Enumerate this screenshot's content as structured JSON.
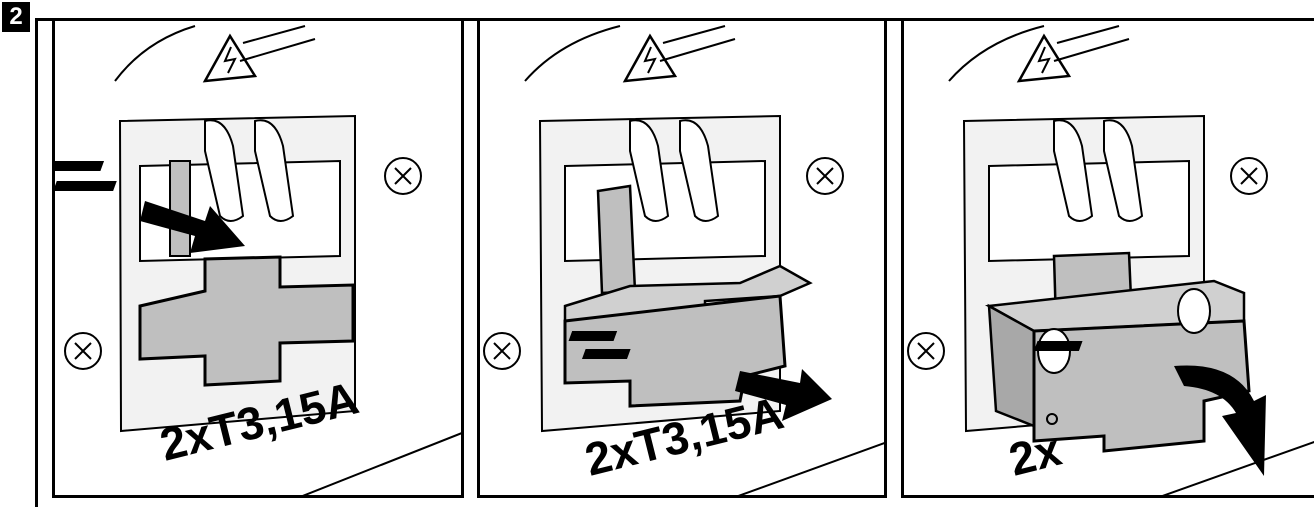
{
  "figure": {
    "step_number": "2",
    "panels": [
      {
        "id": "panel-1",
        "fuse_label": "2xT3,15A"
      },
      {
        "id": "panel-2",
        "fuse_label": "2xT3,15A"
      },
      {
        "id": "panel-3",
        "fuse_label": "2x"
      }
    ],
    "colors": {
      "line": "#000000",
      "plate": "#f2f2f2",
      "fuse_holder": "#bfbfbf",
      "background": "#ffffff"
    },
    "icons": [
      "high-voltage-warning-icon",
      "screw-icon",
      "pull-arrow-icon"
    ]
  }
}
